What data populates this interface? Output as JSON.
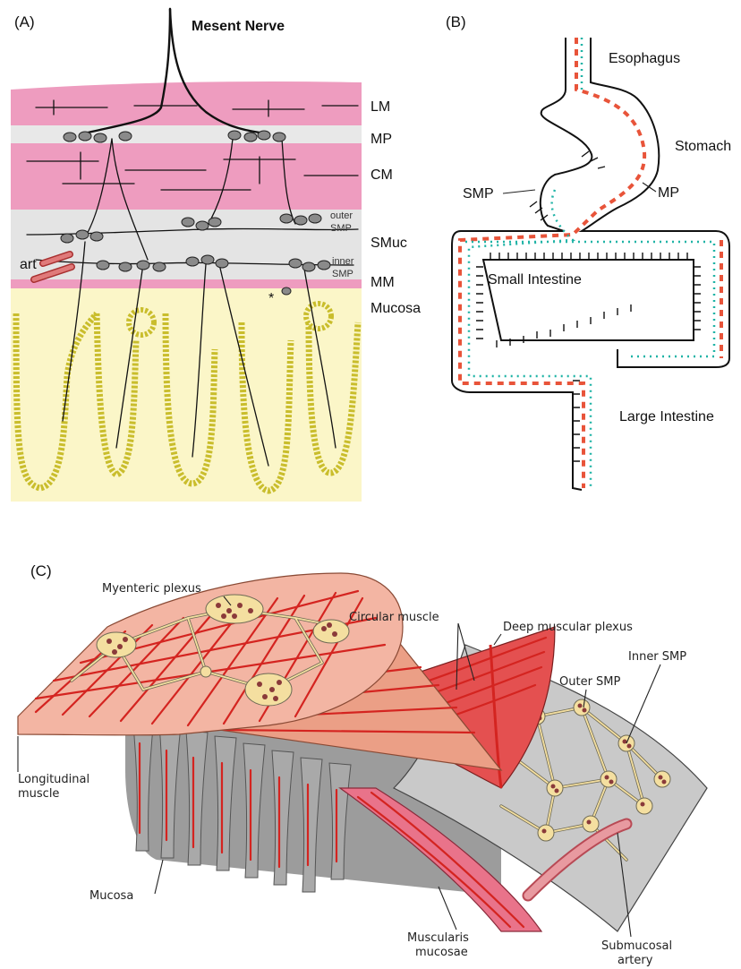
{
  "panel_a": {
    "panel_label": "(A)",
    "nerve_label": "Mesent Nerve",
    "layers": {
      "lm": "LM",
      "mp": "MP",
      "cm": "CM",
      "smuc": "SMuc",
      "mm": "MM",
      "mucosa": "Mucosa"
    },
    "outer_smp_line1": "outer",
    "outer_smp_line2": "SMP",
    "inner_smp_line1": "inner",
    "inner_smp_line2": "SMP",
    "art_label": "art",
    "asterisk": "*",
    "colors": {
      "muscle": "#ee9cbf",
      "submucosa": "#e6e6e6",
      "mucosa": "#fbf6c8",
      "epithelium": "#e6dc5a"
    }
  },
  "panel_b": {
    "panel_label": "(B)",
    "labels": {
      "esophagus": "Esophagus",
      "stomach": "Stomach",
      "mp": "MP",
      "smp": "SMP",
      "small_intestine": "Small Intestine",
      "large_intestine": "Large Intestine"
    },
    "colors": {
      "myenteric": "#e8543a",
      "submucosal": "#1fb3a6"
    }
  },
  "panel_c": {
    "panel_label": "(C)",
    "labels": {
      "myenteric_plexus": "Myenteric plexus",
      "circular_muscle": "Circular muscle",
      "deep_muscular_plexus": "Deep muscular plexus",
      "inner_smp": "Inner SMP",
      "outer_smp": "Outer SMP",
      "longitudinal_muscle_line1": "Longitudinal",
      "longitudinal_muscle_line2": "muscle",
      "mucosa": "Mucosa",
      "muscularis_mucosae_line1": "Muscularis",
      "muscularis_mucosae_line2": "mucosae",
      "submucosal_artery_line1": "Submucosal",
      "submucosal_artery_line2": "artery"
    },
    "colors": {
      "muscle_sheet": "#f3b5a3",
      "fiber": "#d42420",
      "plexus": "#f4dfa0",
      "submucosa": "#c9c9c9",
      "artery": "#e89aa0"
    }
  }
}
